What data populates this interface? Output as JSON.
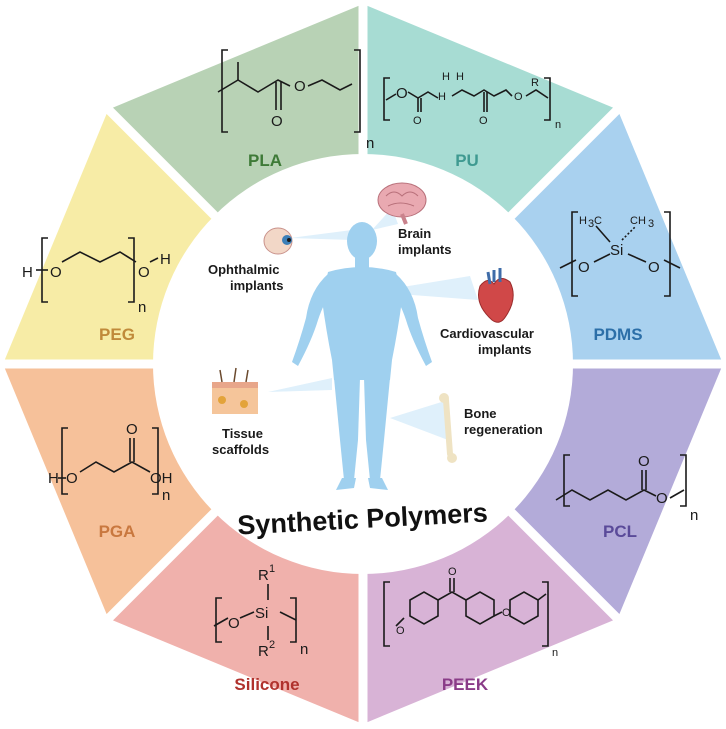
{
  "title": "Synthetic Polymers",
  "segments": [
    {
      "id": "pla",
      "label": "PLA",
      "color": "#b8d2b5",
      "label_color": "#3e7a37"
    },
    {
      "id": "pu",
      "label": "PU",
      "color": "#a7dcd3",
      "label_color": "#3f9a91"
    },
    {
      "id": "pdms",
      "label": "PDMS",
      "color": "#a9d1ef",
      "label_color": "#2c6fa8"
    },
    {
      "id": "pcl",
      "label": "PCL",
      "color": "#b3abd9",
      "label_color": "#5a4a99"
    },
    {
      "id": "peek",
      "label": "PEEK",
      "color": "#d8b3d6",
      "label_color": "#8a3c88"
    },
    {
      "id": "silicone",
      "label": "Silicone",
      "color": "#f0b1ac",
      "label_color": "#b0322d"
    },
    {
      "id": "pga",
      "label": "PGA",
      "color": "#f6c19a",
      "label_color": "#c9783f"
    },
    {
      "id": "peg",
      "label": "PEG",
      "color": "#f7eca6",
      "label_color": "#c08a3a"
    }
  ],
  "applications": {
    "brain": [
      "Brain",
      "implants"
    ],
    "ophthalmic": [
      "Ophthalmic",
      "implants"
    ],
    "cardio": [
      "Cardiovascular",
      "implants"
    ],
    "tissue": [
      "Tissue",
      "scaffolds"
    ],
    "bone": [
      "Bone",
      "regeneration"
    ]
  },
  "chem": {
    "O": "O",
    "H": "H",
    "n": "n",
    "R": "R",
    "OH": "OH",
    "Si": "Si",
    "R1": "R",
    "sup1": "1",
    "R2": "R",
    "sup2": "2",
    "H3C": "H",
    "H3C_sub": "3",
    "H3C_C": "C",
    "CH3": "CH",
    "CH3_sub": "3"
  },
  "colors": {
    "body": "#9fd0ef",
    "body_dark": "#7fbde6",
    "background": "#ffffff"
  }
}
